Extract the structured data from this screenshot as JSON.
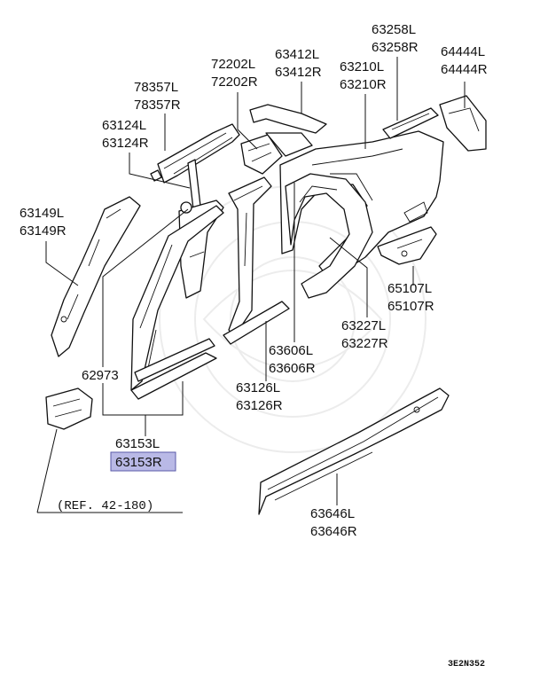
{
  "labels": {
    "p78357": [
      "78357L",
      "78357R"
    ],
    "p63124": [
      "63124L",
      "63124R"
    ],
    "p63149": [
      "63149L",
      "63149R"
    ],
    "p72202": [
      "72202L",
      "72202R"
    ],
    "p63412": [
      "63412L",
      "63412R"
    ],
    "p63258": [
      "63258L",
      "63258R"
    ],
    "p63210": [
      "63210L",
      "63210R"
    ],
    "p64444": [
      "64444L",
      "64444R"
    ],
    "p65107": [
      "65107L",
      "65107R"
    ],
    "p63227": [
      "63227L",
      "63227R"
    ],
    "p63606": [
      "63606L",
      "63606R"
    ],
    "p63126": [
      "63126L",
      "63126R"
    ],
    "p62973": "62973",
    "p63153": [
      "63153L",
      "63153R"
    ],
    "p63646": [
      "63646L",
      "63646R"
    ]
  },
  "reference": "(REF. 42-180)",
  "drawing_code": "3E2N352",
  "highlight_color": "#b9b9e6"
}
